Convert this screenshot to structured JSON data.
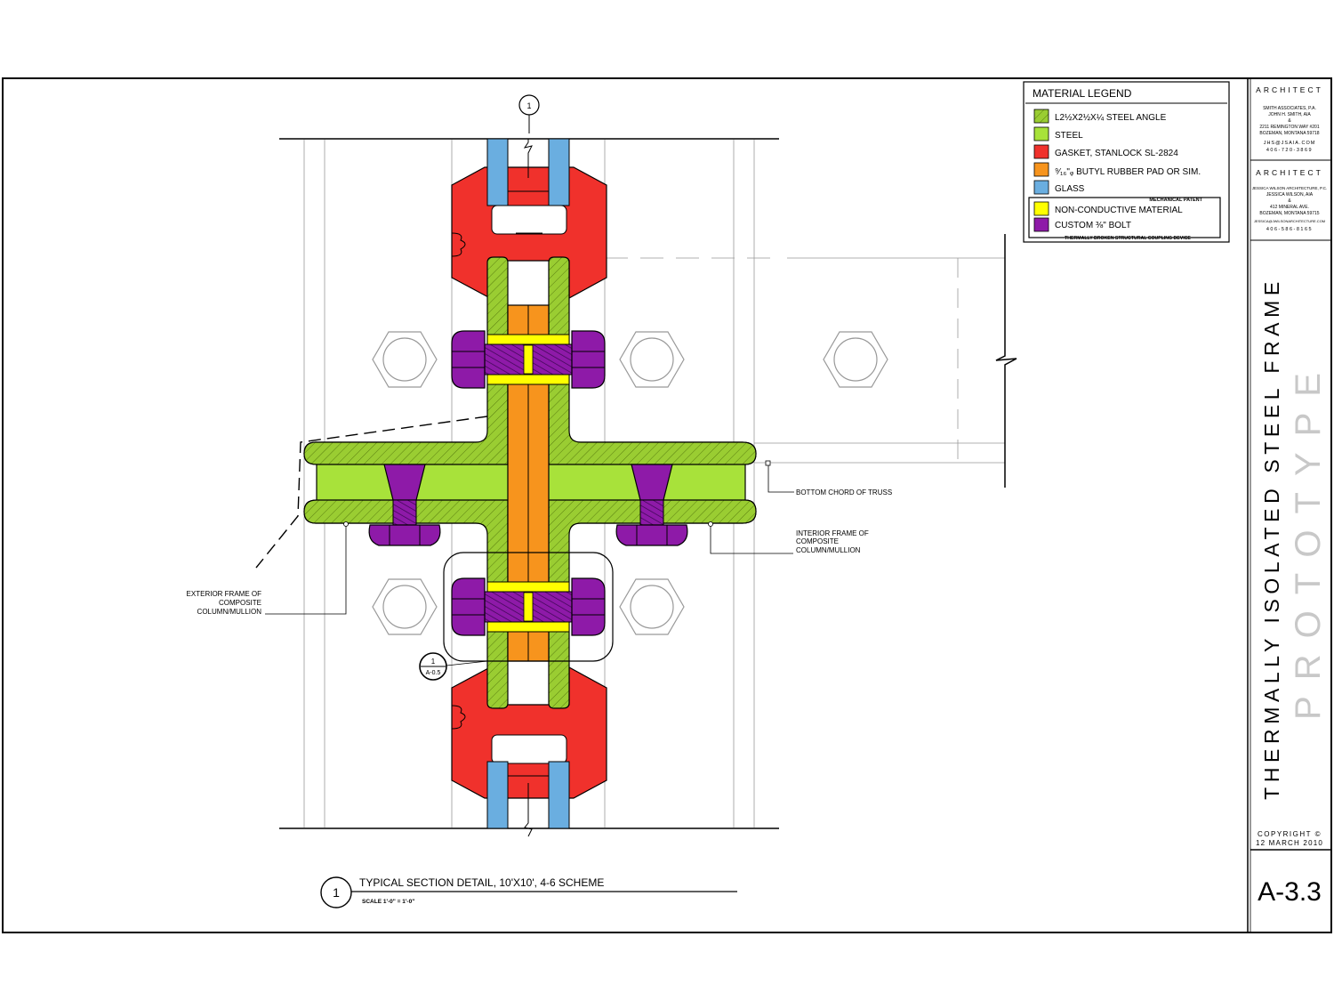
{
  "legend": {
    "title": "MATERIAL LEGEND",
    "items": [
      {
        "label": "L2½X2½X¼ STEEL ANGLE",
        "color": "#9acd32",
        "hatched": true
      },
      {
        "label": "STEEL",
        "color": "#a8e23a",
        "hatched": false
      },
      {
        "label": "GASKET, STANLOCK SL-2824",
        "color": "#f0312c",
        "hatched": false
      },
      {
        "label": "⁹⁄₁₆\"ᵩ BUTYL RUBBER PAD OR SIM.",
        "color": "#f7941d",
        "hatched": false
      },
      {
        "label": "GLASS",
        "color": "#6aaee0",
        "hatched": false
      },
      {
        "label": "NON-CONDUCTIVE MATERIAL",
        "color": "#ffff00",
        "hatched": false
      },
      {
        "label": "CUSTOM ⅜\" BOLT",
        "color": "#8e1aa8",
        "hatched": false
      }
    ],
    "patent_label": "MECHANICAL PATENT",
    "device_label": "THERMALLY BROKEN STRUCTURAL COUPLING DEVICE"
  },
  "titleblock": {
    "architect1": {
      "heading": "ARCHITECT",
      "lines": [
        "SMITH ASSOCIATES, P.A.",
        "JOHN H. SMITH, AIA",
        "&",
        "2211 REMINGTON WAY #201",
        "BOZEMAN, MONTANA 59718",
        "JHS@JSAIA.COM",
        "406-720-3869"
      ]
    },
    "architect2": {
      "heading": "ARCHITECT",
      "lines": [
        "JESSICA WILSON ARCHITECTURE, P.C.",
        "JESSICA WILSON, AIA",
        "&",
        "412 MINERAL AVE.",
        "BOZEMAN, MONTANA 59715",
        "JESSICA@JWILSONARCHITECTURE.COM",
        "406-586-8165"
      ]
    },
    "project_title": "THERMALLY ISOLATED STEEL FRAME",
    "project_subtitle": "PROTOTYPE",
    "copyright": "COPYRIGHT ©",
    "date": "12 MARCH 2010",
    "sheet_number": "A-3.3"
  },
  "detail": {
    "number": "1",
    "title": "TYPICAL SECTION DETAIL, 10'X10', 4-6 SCHEME",
    "scale": "SCALE 1'-0\" = 1'-0\"",
    "grid_bubble": "1",
    "ref_bubble_top": "1",
    "ref_bubble_bottom": "A-0.5",
    "note_truss": "BOTTOM CHORD OF TRUSS",
    "note_interior": [
      "INTERIOR FRAME OF",
      "COMPOSITE",
      "COLUMN/MULLION"
    ],
    "note_exterior": [
      "EXTERIOR FRAME OF",
      "COMPOSITE",
      "COLUMN/MULLION"
    ]
  }
}
